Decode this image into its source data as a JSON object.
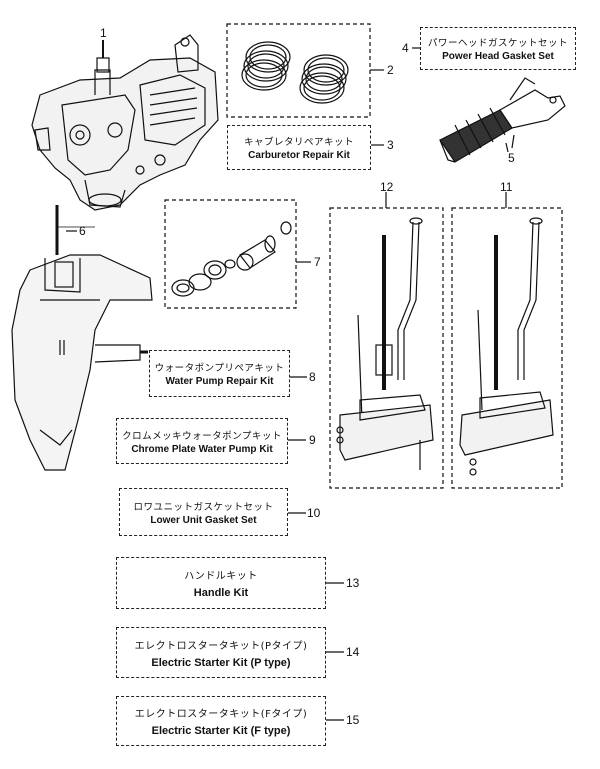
{
  "parts": [
    {
      "number": "1"
    },
    {
      "number": "2"
    },
    {
      "number": "3",
      "jp": "キャブレタリペアキット",
      "en": "Carburetor Repair Kit"
    },
    {
      "number": "4",
      "jp": "パワーヘッドガスケットセット",
      "en": "Power Head Gasket Set"
    },
    {
      "number": "5"
    },
    {
      "number": "6"
    },
    {
      "number": "7"
    },
    {
      "number": "8",
      "jp": "ウォータポンプリペアキット",
      "en": "Water Pump Repair Kit"
    },
    {
      "number": "9",
      "jp": "クロムメッキウォータポンプキット",
      "en": "Chrome Plate Water Pump Kit"
    },
    {
      "number": "10",
      "jp": "ロワユニットガスケットセット",
      "en": "Lower Unit Gasket Set"
    },
    {
      "number": "11"
    },
    {
      "number": "12"
    },
    {
      "number": "13",
      "jp": "ハンドルキット",
      "en": "Handle Kit"
    },
    {
      "number": "14",
      "jp": "エレクトロスタータキット(Pタイプ)",
      "en": "Electric Starter Kit (P type)"
    },
    {
      "number": "15",
      "jp": "エレクトロスタータキット(Fタイプ)",
      "en": "Electric Starter Kit (F type)"
    }
  ]
}
